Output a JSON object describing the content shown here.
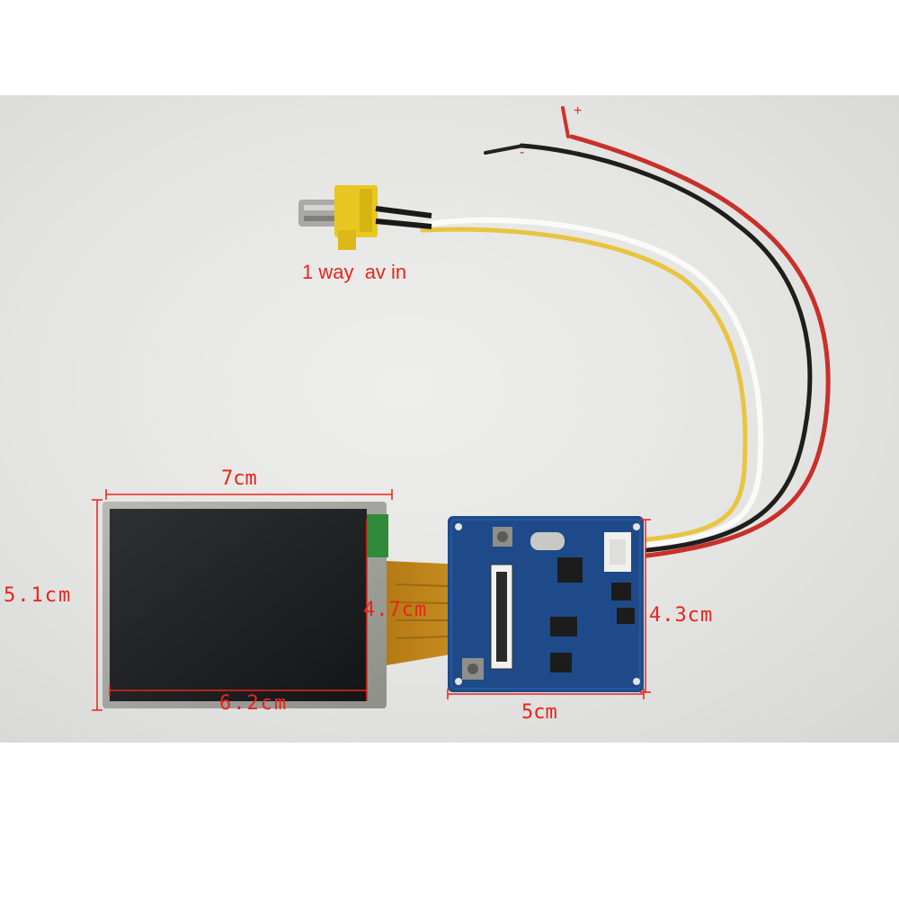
{
  "labels": {
    "plus": "+",
    "minus": "-",
    "av_in": "1 way  av in",
    "lcd_width": "7cm",
    "lcd_height": "5.1cm",
    "flex_width": "4.7cm",
    "active_width": "6.2cm",
    "board_width": "5cm",
    "board_height": "4.3cm"
  },
  "colors": {
    "annotation": "#e8241c",
    "background": "#e6e6e4",
    "pcb": "#1e4a8a",
    "flex_cable": "#c8901c",
    "connector": "#e8c820"
  }
}
